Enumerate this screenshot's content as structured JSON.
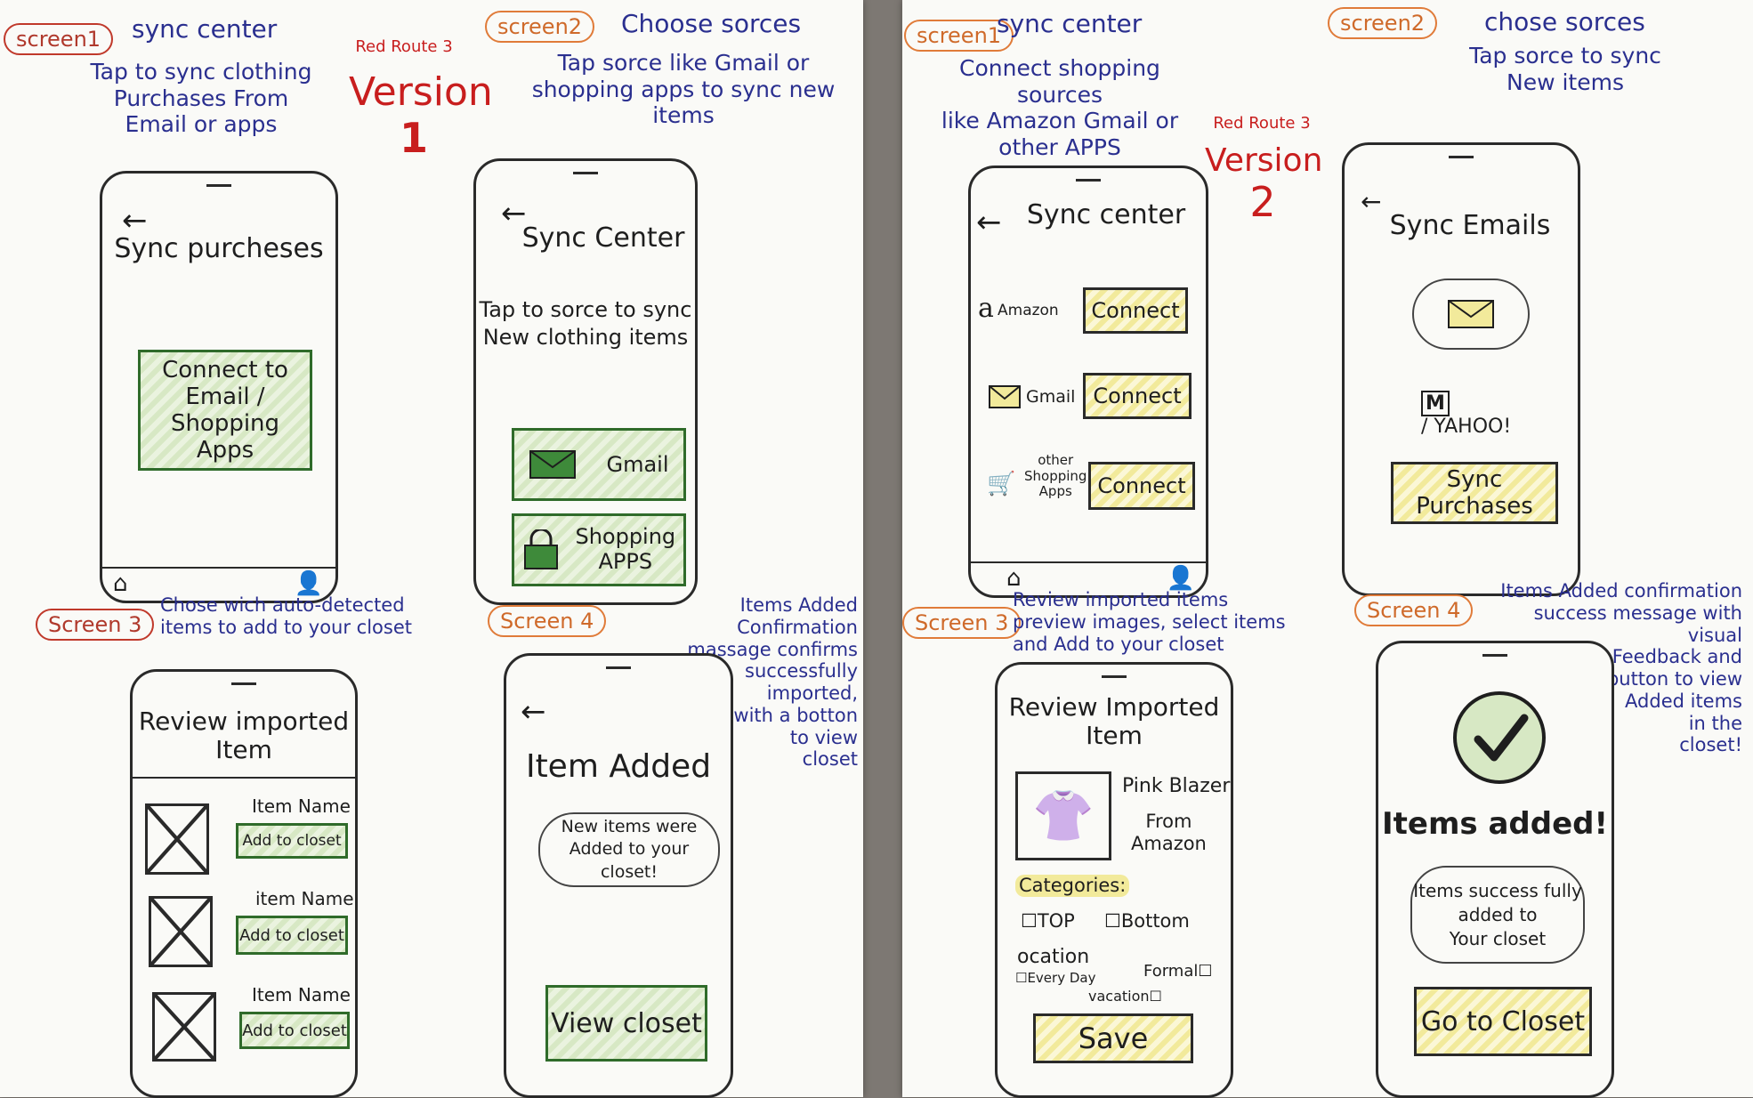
{
  "v1": {
    "route": "Red Route 3",
    "version_word": "Version",
    "version_num": "1",
    "s1": {
      "tag": "screen1",
      "heading": "sync center",
      "desc": "Tap to sync clothing\nPurchases From\nEmail or apps",
      "phone_title": "Sync purcheses",
      "button": "Connect to\nEmail /\nShopping Apps"
    },
    "s2": {
      "tag": "screen2",
      "heading": "Choose sorces",
      "desc": "Tap sorce like Gmail or\nshopping apps to sync new\nitems",
      "phone_title": "Sync Center",
      "instruction": "Tap to sorce to\nsync New clothing\nitems",
      "gmail": "Gmail",
      "shopping": "Shopping\nAPPS"
    },
    "s3": {
      "tag": "Screen 3",
      "desc": "Chose wich auto-detected\nitems to add to your closet",
      "phone_title": "Review imported\nItem",
      "items": [
        {
          "name": "Item Name",
          "button": "Add to closet"
        },
        {
          "name": "item Name",
          "button": "Add to closet"
        },
        {
          "name": "Item Name",
          "button": "Add to closet"
        }
      ]
    },
    "s4": {
      "tag": "Screen 4",
      "desc": "Items Added Confirmation\nmassage confirms successfully\nimported,\nwith a botton\nto view\ncloset",
      "phone_title": "Item Added",
      "message": "New items were\nAdded to your closet!",
      "button": "View closet"
    }
  },
  "v2": {
    "route": "Red Route 3",
    "version_word": "Version",
    "version_num": "2",
    "s1": {
      "tag": "screen1",
      "heading": "sync center",
      "desc": "Connect shopping sources\nlike Amazon Gmail or\nother APPS",
      "phone_title": "Sync center",
      "rows": [
        {
          "label": "Amazon",
          "button": "Connect"
        },
        {
          "label": "Gmail",
          "button": "Connect"
        },
        {
          "label": "other\nShopping\nApps",
          "button": "Connect"
        }
      ]
    },
    "s2": {
      "tag": "screen2",
      "heading": "chose sorces",
      "desc": "Tap sorce to sync\nNew items",
      "phone_title": "Sync Emails",
      "providers": "/ YAHOO!",
      "button": "Sync Purchases"
    },
    "s3": {
      "tag": "Screen 3",
      "desc": "Review imported items\npreview images, select items\nand Add to your closet",
      "phone_title": "Review Imported\nItem",
      "item_name": "Pink Blazer",
      "item_source": "From\nAmazon",
      "categories_label": "Categories:",
      "top": "TOP",
      "bottom": "Bottom",
      "occasion_label": "ocation",
      "everyday": "Every Day",
      "formal": "Formal",
      "vacation": "vacation",
      "button": "Save"
    },
    "s4": {
      "tag": "Screen 4",
      "desc": "Items Added confirmation\nsuccess message with visual\nFeedback and\nbutton to view\nAdded items\nin the\ncloset!",
      "phone_title": "Items added!",
      "message": "Items success fully\nadded to\nYour closet",
      "button": "Go to Closet"
    }
  },
  "colors": {
    "ink": "#1e1e1e",
    "pen_blue": "#2a2f8f",
    "pen_red": "#c81e1e",
    "green_fill": "#d7e8c4",
    "yellow_fill": "#f2ea9b",
    "paper": "#fafaf7",
    "table": "#7d7873"
  },
  "icons": [
    "back-arrow-icon",
    "home-icon",
    "user-icon",
    "mail-icon",
    "lock-bag-icon",
    "amazon-icon",
    "cart-icon",
    "checkmark-icon",
    "cloud-icon",
    "placeholder-x-icon",
    "shirt-icon",
    "checkbox-icon"
  ]
}
